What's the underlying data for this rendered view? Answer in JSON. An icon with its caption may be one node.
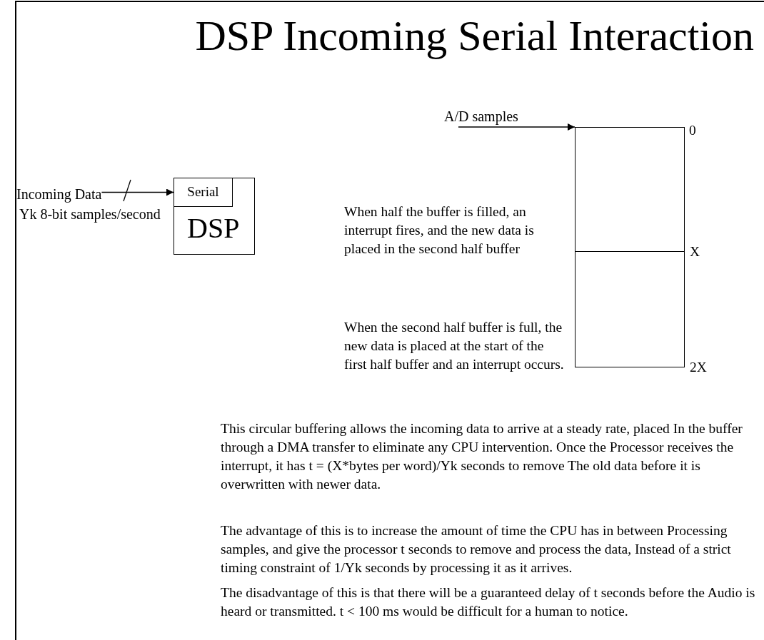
{
  "diagram": {
    "title": "DSP Incoming Serial Interaction",
    "nodes": [
      {
        "text": [
          "Incoming Data"
        ],
        "beside": [
          "Yk 8-bit samples/second"
        ]
      },
      {
        "text": [
          "DSP"
        ]
      },
      {
        "text": [
          "Serial"
        ],
        "in": 1
      },
      {
        "text": [
          "A/D samples"
        ]
      },
      {
        "text": [],
        "shape": "box"
      },
      {
        "text": [],
        "shape": "box"
      }
    ],
    "edges": [
      {
        "from": 0,
        "to": 2,
        "arrow": "to"
      },
      {
        "from": 3,
        "to": 4,
        "arrow": "to"
      }
    ],
    "labels": [
      "0",
      "X",
      "2X",
      "When half the buffer is filled, an interrupt fires, and the new data is placed in the second half buffer",
      "When the second half buffer is full, the new data is placed at the start of the first half buffer and an interrupt occurs.",
      "This circular buffering allows the incoming data to arrive at a steady rate, placed In the buffer through a DMA transfer to eliminate any CPU intervention.  Once the Processor receives the interrupt, it has t = (X*bytes per word)/Yk seconds to remove The old data before it is overwritten with newer data.",
      "The advantage of this is to increase the amount of time the CPU has in between Processing samples, and give the processor t seconds to remove and process the data, Instead of a strict timing constraint of 1/Yk seconds by processing it as it arrives.",
      "The disadvantage of this is that there will be a guaranteed delay of t seconds before the Audio is heard or transmitted.  t < 100 ms would be difficult for a human to notice."
    ]
  }
}
